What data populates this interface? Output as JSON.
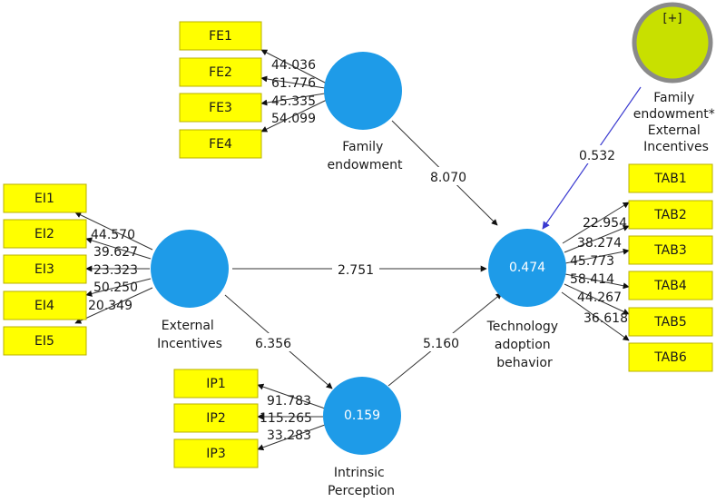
{
  "constructs": {
    "fe": {
      "label_lines": [
        "Family",
        "endowment"
      ]
    },
    "ei": {
      "label_lines": [
        "External",
        "Incentives"
      ]
    },
    "ip": {
      "label_lines": [
        "Intrinsic",
        "Perception"
      ],
      "r2": "0.159"
    },
    "tab": {
      "label_lines": [
        "Technology",
        "adoption",
        "behavior"
      ],
      "r2": "0.474"
    },
    "mod": {
      "label_lines": [
        "Family",
        "endowment*",
        "External",
        "Incentives"
      ],
      "badge": "[+]"
    }
  },
  "indicators": {
    "fe": [
      {
        "name": "FE1",
        "weight": "44.036"
      },
      {
        "name": "FE2",
        "weight": "61.776"
      },
      {
        "name": "FE3",
        "weight": "45.335"
      },
      {
        "name": "FE4",
        "weight": "54.099"
      }
    ],
    "ei": [
      {
        "name": "EI1",
        "weight": "44.570"
      },
      {
        "name": "EI2",
        "weight": "39.627"
      },
      {
        "name": "EI3",
        "weight": "23.323"
      },
      {
        "name": "EI4",
        "weight": "50.250"
      },
      {
        "name": "EI5",
        "weight": "20.349"
      }
    ],
    "ip": [
      {
        "name": "IP1",
        "weight": "91.783"
      },
      {
        "name": "IP2",
        "weight": "115.265"
      },
      {
        "name": "IP3",
        "weight": "33.283"
      }
    ],
    "tab": [
      {
        "name": "TAB1",
        "weight": "22.954"
      },
      {
        "name": "TAB2",
        "weight": "38.274"
      },
      {
        "name": "TAB3",
        "weight": "45.773"
      },
      {
        "name": "TAB4",
        "weight": "58.414"
      },
      {
        "name": "TAB5",
        "weight": "44.267"
      },
      {
        "name": "TAB6",
        "weight": "36.618"
      }
    ]
  },
  "paths": {
    "fe_tab": "8.070",
    "ei_tab": "2.751",
    "ei_ip": "6.356",
    "ip_tab": "5.160",
    "mod_tab": "0.532"
  },
  "colors": {
    "construct_fill": "#1e9be8",
    "indicator_fill": "#ffff00",
    "moderator_fill": "#c8e000",
    "moderator_ring": "#8a8a8a"
  }
}
